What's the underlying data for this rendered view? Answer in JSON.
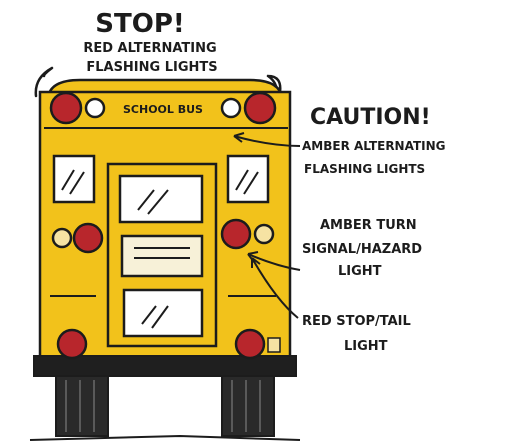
{
  "diagram": {
    "stop_heading": "STOP!",
    "stop_line1": "RED ALTERNATING",
    "stop_line2": "FLASHING LIGHTS",
    "school_bus_label": "SCHOOL BUS",
    "caution_heading": "CAUTION!",
    "caution_line1": "AMBER ALTERNATING",
    "caution_line2": "FLASHING LIGHTS",
    "turn_line1": "AMBER TURN",
    "turn_line2": "SIGNAL/HAZARD",
    "turn_line3": "LIGHT",
    "stop_tail_line1": "RED STOP/TAIL",
    "stop_tail_line2": "LIGHT"
  },
  "colors": {
    "bus_yellow": "#f2c21b",
    "red_light": "#b8262c",
    "amber_light": "#f6e3a3",
    "tire": "#2a2a2a",
    "ink": "#1c1c1c"
  }
}
